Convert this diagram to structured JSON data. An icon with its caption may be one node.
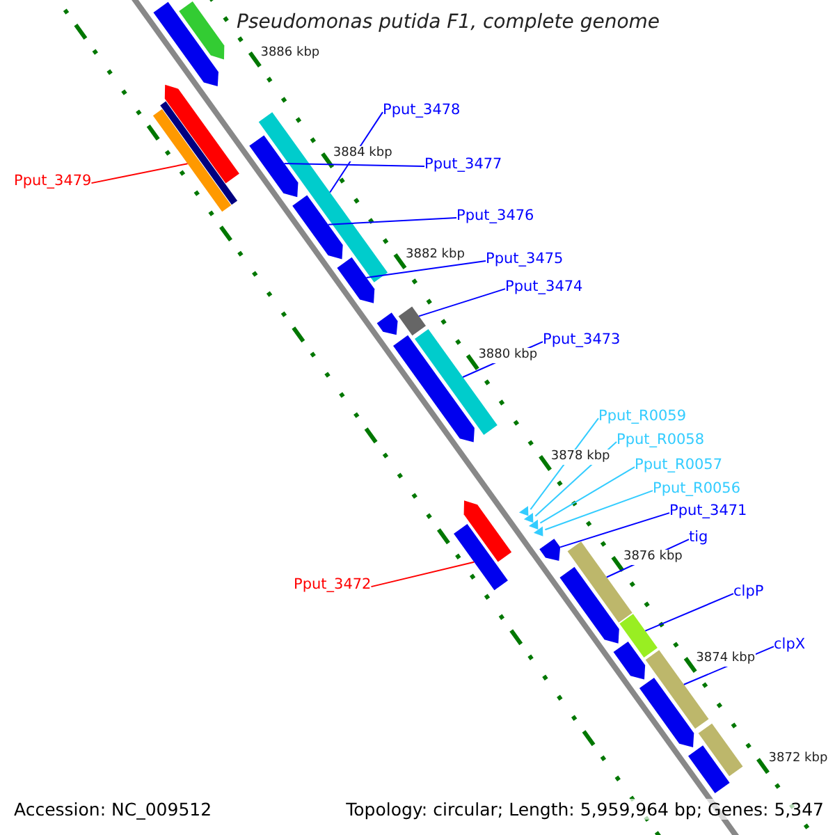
{
  "diagram": {
    "title": "Pseudomonas putida F1, complete genome",
    "nodes": [
      {
        "text": [
          "Pput_3478"
        ]
      },
      {
        "text": [
          "Pput_3477"
        ]
      },
      {
        "text": [
          "Pput_3479"
        ]
      },
      {
        "text": [
          "Pput_3476"
        ]
      },
      {
        "text": [
          "Pput_3475"
        ]
      },
      {
        "text": [
          "Pput_3474"
        ]
      },
      {
        "text": [
          "Pput_3473"
        ]
      },
      {
        "text": [
          "Pput_R0059"
        ]
      },
      {
        "text": [
          "Pput_R0058"
        ]
      },
      {
        "text": [
          "Pput_R0057"
        ]
      },
      {
        "text": [
          "Pput_R0056"
        ]
      },
      {
        "text": [
          "Pput_3471"
        ]
      },
      {
        "text": [
          "tig"
        ]
      },
      {
        "text": [
          "Pput_3472"
        ]
      },
      {
        "text": [
          "clpP"
        ]
      },
      {
        "text": [
          "clpX"
        ]
      },
      {
        "text": [],
        "shape": "bar"
      },
      {
        "text": [],
        "shape": "bar"
      },
      {
        "text": [],
        "shape": "bar"
      },
      {
        "text": [],
        "shape": "bar"
      },
      {
        "text": [],
        "shape": "bar"
      },
      {
        "text": [],
        "shape": "bar"
      },
      {
        "text": [],
        "shape": "bar"
      },
      {
        "text": [],
        "shape": "bar"
      },
      {
        "text": [],
        "shape": "bar"
      },
      {
        "text": [],
        "shape": "bar"
      },
      {
        "text": [],
        "shape": "bar"
      },
      {
        "text": [],
        "shape": "bar"
      },
      {
        "text": [],
        "shape": "bar"
      },
      {
        "text": [],
        "shape": "bar"
      },
      {
        "text": [],
        "shape": "bar"
      },
      {
        "text": [],
        "shape": "triangle"
      },
      {
        "text": [],
        "shape": "triangle"
      },
      {
        "text": [],
        "shape": "triangle"
      },
      {
        "text": [],
        "shape": "triangle"
      },
      {
        "text": [],
        "shape": "bar"
      },
      {
        "text": [],
        "shape": "bar"
      },
      {
        "text": [],
        "shape": "bar"
      },
      {
        "text": [],
        "shape": "bar"
      },
      {
        "text": [],
        "shape": "bar"
      },
      {
        "text": [],
        "shape": "bar"
      },
      {
        "text": [],
        "shape": "bar"
      },
      {
        "text": [],
        "shape": "bar"
      },
      {
        "text": [],
        "shape": "bar"
      }
    ],
    "edges": [
      {
        "from": 0,
        "to": 21,
        "arrow": "none"
      },
      {
        "from": 1,
        "to": 22,
        "arrow": "none"
      },
      {
        "from": 2,
        "to": 20,
        "arrow": "none",
        "color": "#ff0000"
      },
      {
        "from": 3,
        "to": 23,
        "arrow": "none"
      },
      {
        "from": 4,
        "to": 24,
        "arrow": "none"
      },
      {
        "from": 5,
        "to": 26,
        "arrow": "none"
      },
      {
        "from": 6,
        "to": 28,
        "arrow": "none"
      },
      {
        "from": 7,
        "to": 31,
        "arrow": "none",
        "color": "#33ccff"
      },
      {
        "from": 8,
        "to": 32,
        "arrow": "none",
        "color": "#33ccff"
      },
      {
        "from": 9,
        "to": 33,
        "arrow": "none",
        "color": "#33ccff"
      },
      {
        "from": 10,
        "to": 34,
        "arrow": "none",
        "color": "#33ccff"
      },
      {
        "from": 11,
        "to": 35,
        "arrow": "none"
      },
      {
        "from": 12,
        "to": 36,
        "arrow": "none"
      },
      {
        "from": 13,
        "to": 30,
        "arrow": "none",
        "color": "#ff0000"
      },
      {
        "from": 14,
        "to": 38,
        "arrow": "none"
      },
      {
        "from": 15,
        "to": 40,
        "arrow": "none"
      }
    ],
    "labels": [
      "3886 kbp",
      "3884 kbp",
      "3882 kbp",
      "3880 kbp",
      "3878 kbp",
      "3876 kbp",
      "3874 kbp",
      "3872 kbp",
      "Accession: NC_009512",
      "Topology: circular; Length: 5,959,964 bp; Genes: 5,347"
    ]
  }
}
